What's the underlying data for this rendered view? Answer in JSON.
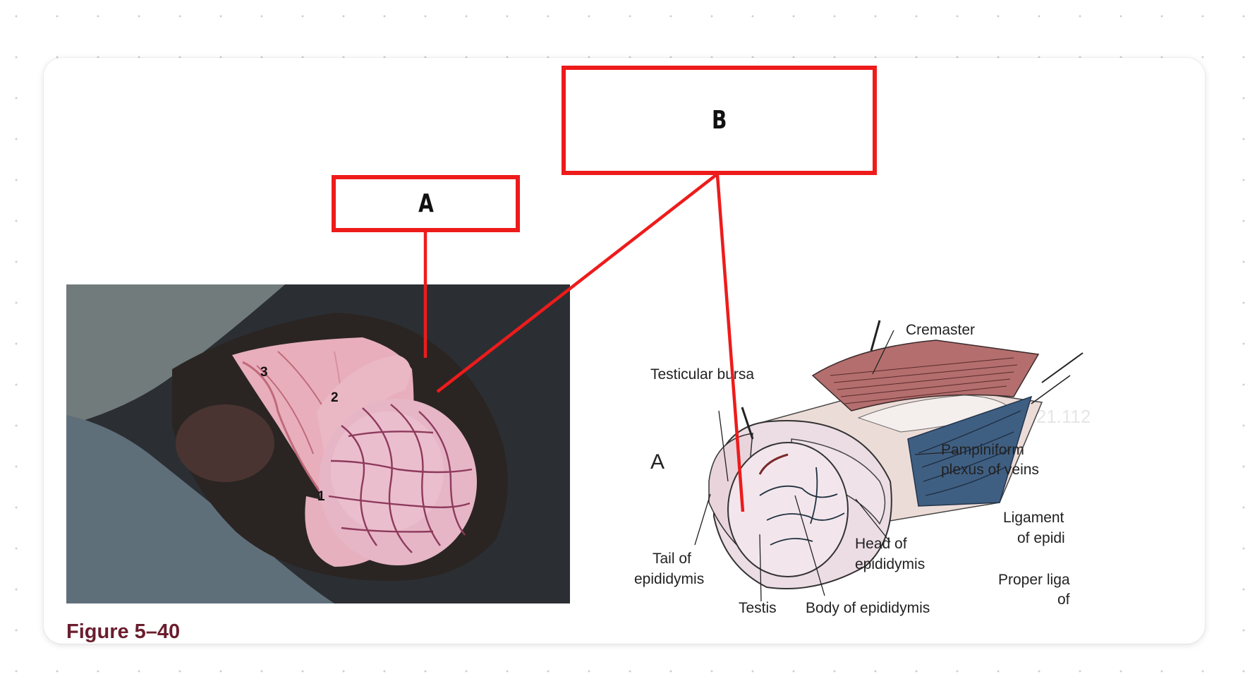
{
  "figure": {
    "caption": "Figure 5–40"
  },
  "photo": {
    "numbers": [
      "1",
      "2",
      "3"
    ]
  },
  "illustration": {
    "panel_letter": "A",
    "watermark": "1.108.221.112",
    "labels": {
      "cremaster": "Cremaster",
      "testicular_bursa": "Testicular bursa",
      "pampiniform_1": "Pampiniform",
      "pampiniform_2": "plexus of veins",
      "ligament_1": "Ligament",
      "ligament_2": "of epidi",
      "head_1": "Head of",
      "head_2": "epididymis",
      "tail_1": "Tail of",
      "tail_2": "epididymis",
      "proper_1": "Proper liga",
      "proper_2": "of",
      "testis": "Testis",
      "body": "Body of epididymis"
    }
  },
  "annotations": {
    "box_a": "A",
    "box_b": "B",
    "color": "#ee1b1b"
  }
}
